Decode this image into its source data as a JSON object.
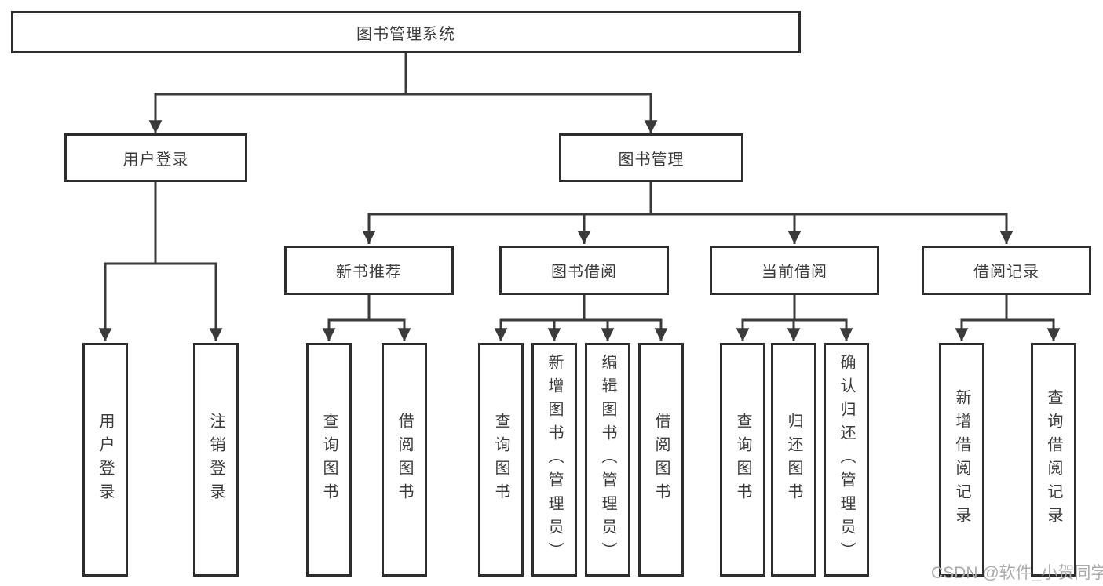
{
  "tree": {
    "label": "图书管理系统",
    "children": [
      {
        "label": "用户登录",
        "children": [
          {
            "label": "用户登录"
          },
          {
            "label": "注销登录"
          }
        ]
      },
      {
        "label": "图书管理",
        "children": [
          {
            "label": "新书推荐",
            "children": [
              {
                "label": "查询图书"
              },
              {
                "label": "借阅图书"
              }
            ]
          },
          {
            "label": "图书借阅",
            "children": [
              {
                "label": "查询图书"
              },
              {
                "label": "新增图书（管理员）"
              },
              {
                "label": "编辑图书（管理员）"
              },
              {
                "label": "借阅图书"
              }
            ]
          },
          {
            "label": "当前借阅",
            "children": [
              {
                "label": "查询图书"
              },
              {
                "label": "归还图书"
              },
              {
                "label": "确认归还（管理员）"
              }
            ]
          },
          {
            "label": "借阅记录",
            "children": [
              {
                "label": "新增借阅记录"
              },
              {
                "label": "查询借阅记录"
              }
            ]
          }
        ]
      }
    ]
  },
  "watermark": "CSDN @软件_小贺同学",
  "colors": {
    "line": "#3a3a3a",
    "border": "#2d2d2d",
    "text": "#3c3c3c",
    "watermark": "#ababab",
    "background": "#ffffff"
  }
}
